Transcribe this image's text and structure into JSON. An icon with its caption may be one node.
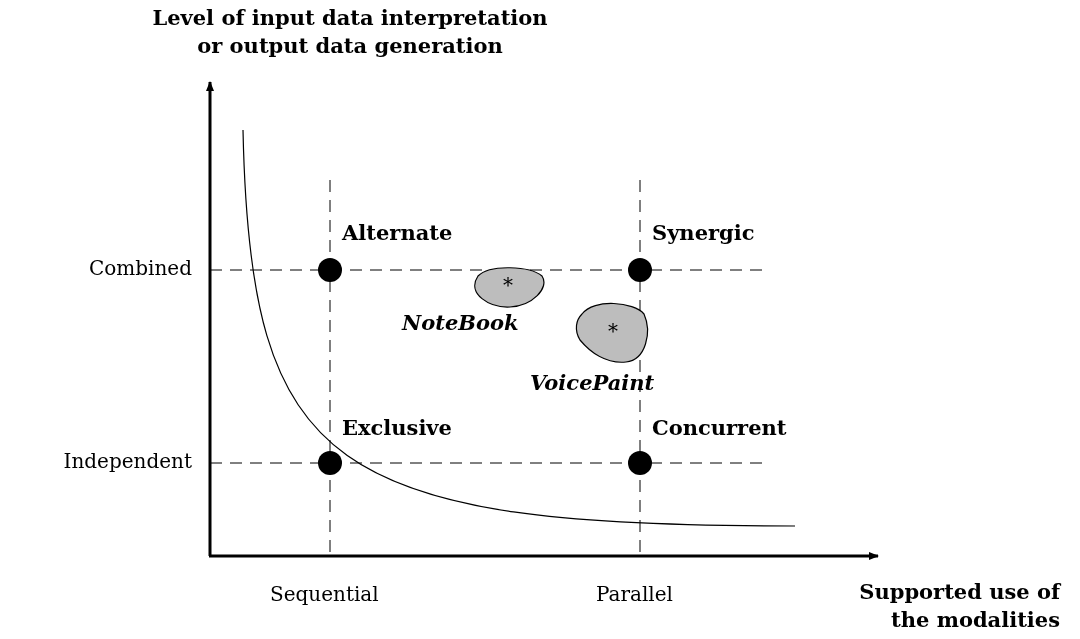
{
  "diagram": {
    "nodes": [
      {
        "text": [],
        "shape": "circle",
        "beside": [
          "Alternate"
        ]
      },
      {
        "text": [],
        "shape": "circle",
        "beside": [
          "Synergic"
        ]
      },
      {
        "text": [
          "*"
        ],
        "beside": [
          "NoteBook"
        ]
      },
      {
        "text": [
          "*"
        ],
        "beside": [
          "VoicePaint"
        ]
      },
      {
        "text": [],
        "shape": "circle",
        "beside": [
          "Exclusive"
        ]
      },
      {
        "text": [],
        "shape": "circle",
        "beside": [
          "Concurrent"
        ]
      }
    ],
    "edges": [],
    "labels": [
      "Level of input data interpretation or output data generation",
      "Combined",
      "Independent",
      "Sequential",
      "Parallel",
      "Supported use of the modalities"
    ]
  }
}
